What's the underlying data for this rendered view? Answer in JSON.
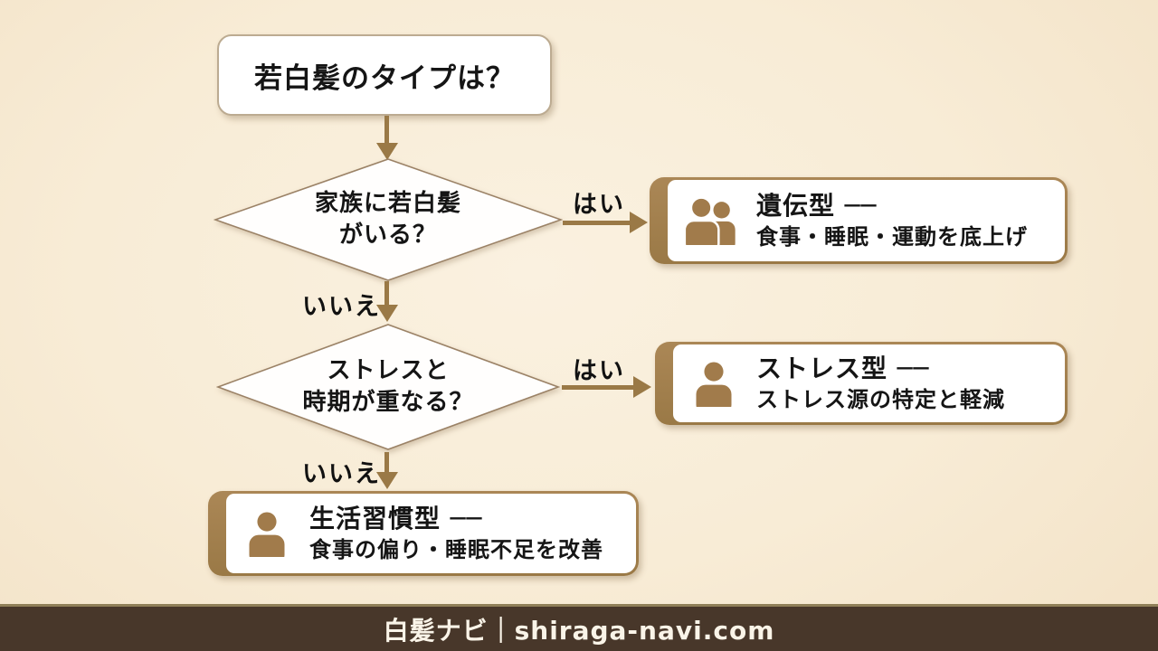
{
  "page": {
    "background_color": "#f8ecd8",
    "accent_brown": "#9a7946",
    "icon_brown": "#a17b4b",
    "footer_bg": "#48372a"
  },
  "flowchart": {
    "title": "若白髪のタイプは？",
    "labels": {
      "yes": "はい",
      "no": "いいえ"
    },
    "decisions": [
      {
        "line1": "家族に若白髪",
        "line2": "がいる？"
      },
      {
        "line1": "ストレスと",
        "line2": "時期が重なる？"
      }
    ],
    "results": [
      {
        "icon": "people-icon",
        "title": "遺伝型 ──",
        "subtitle": "食事・睡眠・運動を底上げ"
      },
      {
        "icon": "person-icon",
        "title": "ストレス型 ──",
        "subtitle": "ストレス源の特定と軽減"
      },
      {
        "icon": "person-icon",
        "title": "生活習慣型 ──",
        "subtitle": "食事の偏り・睡眠不足を改善"
      }
    ]
  },
  "footer": {
    "text": "白髪ナビ｜shiraga-navi.com"
  }
}
